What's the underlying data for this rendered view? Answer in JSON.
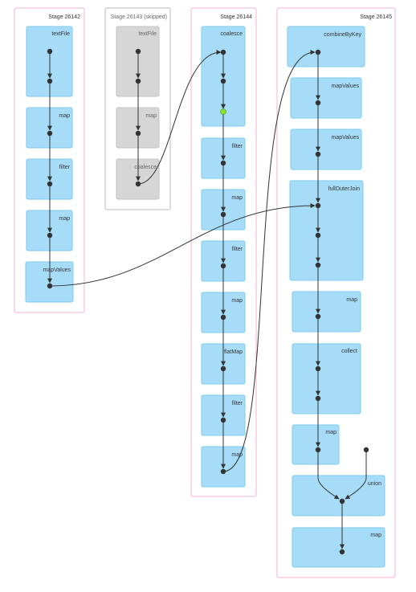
{
  "colors": {
    "stage_border": "#f4b6c6",
    "skipped_border": "#bbbbbb",
    "op_fill": "#a6dcf7",
    "op_border": "#7fcdf2",
    "skipped_op_fill": "#d6d6d6",
    "skipped_op_border": "#c4c4c4",
    "node": "#333333",
    "cached_node": "#8ce22d",
    "edge": "#333333"
  },
  "stages": [
    {
      "title": "Stage 26142",
      "skipped": false,
      "ops": [
        {
          "label": "textFile",
          "nodes": [
            1,
            2
          ]
        },
        {
          "label": "map",
          "nodes": [
            3
          ]
        },
        {
          "label": "filter",
          "nodes": [
            4
          ]
        },
        {
          "label": "map",
          "nodes": [
            5
          ]
        },
        {
          "label": "mapValues",
          "nodes": [
            6
          ]
        }
      ]
    },
    {
      "title": "Stage 26143 (skipped)",
      "skipped": true,
      "ops": [
        {
          "label": "textFile",
          "nodes": [
            1,
            2
          ]
        },
        {
          "label": "map",
          "nodes": [
            3
          ]
        },
        {
          "label": "coalesce",
          "nodes": [
            4
          ]
        }
      ]
    },
    {
      "title": "Stage 26144",
      "skipped": false,
      "ops": [
        {
          "label": "coalesce",
          "nodes": [
            1,
            2,
            3
          ]
        },
        {
          "label": "filter",
          "nodes": [
            4
          ]
        },
        {
          "label": "map",
          "nodes": [
            5
          ]
        },
        {
          "label": "filter",
          "nodes": [
            6
          ]
        },
        {
          "label": "map",
          "nodes": [
            7
          ]
        },
        {
          "label": "flatMap",
          "nodes": [
            8
          ]
        },
        {
          "label": "filter",
          "nodes": [
            9
          ]
        },
        {
          "label": "map",
          "nodes": [
            10
          ]
        }
      ]
    },
    {
      "title": "Stage 26145",
      "skipped": false,
      "ops": [
        {
          "label": "combineByKey",
          "nodes": [
            1
          ]
        },
        {
          "label": "mapValues",
          "nodes": [
            2
          ]
        },
        {
          "label": "mapValues",
          "nodes": [
            3
          ]
        },
        {
          "label": "fullOuterJoin",
          "nodes": [
            4,
            5,
            6
          ]
        },
        {
          "label": "map",
          "nodes": [
            7
          ]
        },
        {
          "label": "collect",
          "nodes": [
            8,
            9
          ]
        },
        {
          "label": "map",
          "nodes": [
            10
          ]
        },
        {
          "label": "union",
          "nodes": [
            11
          ]
        },
        {
          "label": "map",
          "nodes": [
            12
          ]
        }
      ]
    }
  ]
}
